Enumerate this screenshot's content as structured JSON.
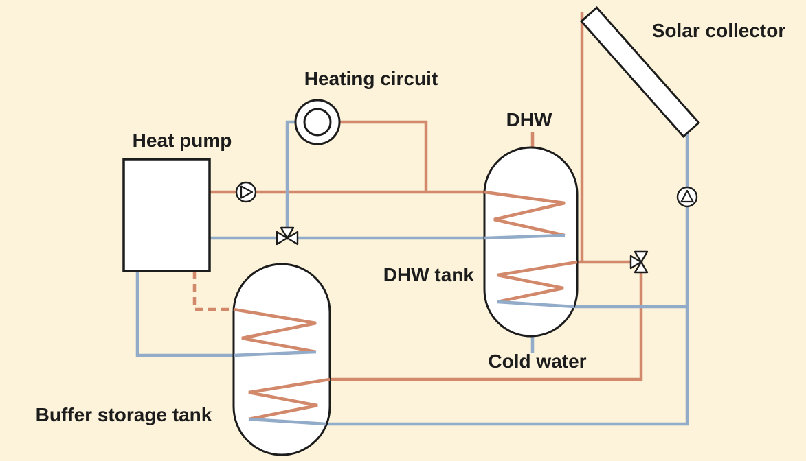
{
  "diagram": {
    "labels": {
      "heat_pump": "Heat pump",
      "heating_circuit": "Heating circuit",
      "solar_collector": "Solar collector",
      "dhw": "DHW",
      "dhw_tank": "DHW tank",
      "cold_water": "Cold water",
      "buffer_storage_tank": "Buffer storage tank"
    },
    "colors": {
      "background": "#fcf3da",
      "hot_pipe": "#d2886a",
      "cold_pipe": "#92abc9",
      "outline": "#1c1c1c",
      "component_fill": "#ffffff"
    }
  }
}
